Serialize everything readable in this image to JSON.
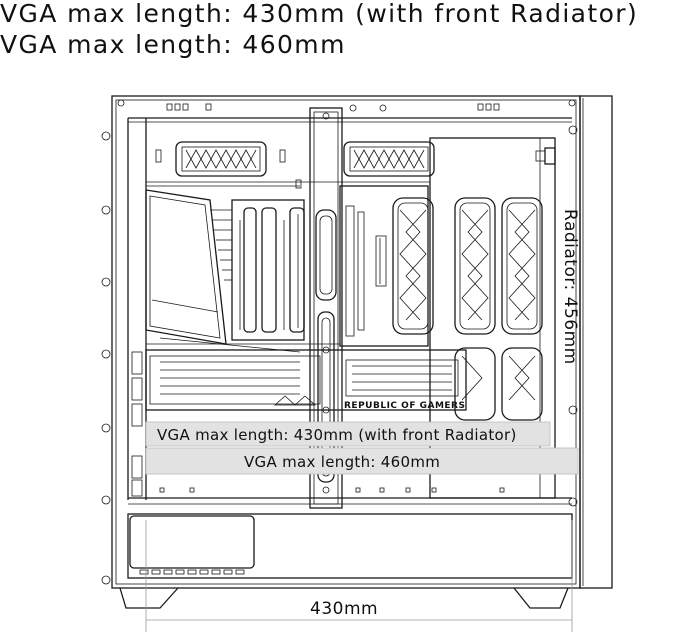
{
  "header": {
    "line1": "VGA max length: 430mm (with front Radiator)",
    "line2": "VGA max length: 460mm"
  },
  "diagram": {
    "band_with_radiator": "VGA max length: 430mm (with front Radiator)",
    "band_max": "VGA max length: 460mm",
    "radiator_label": "Radiator: 456mm",
    "width_label": "430mm",
    "gpu_brand": "REPUBLIC OF GAMERS"
  }
}
